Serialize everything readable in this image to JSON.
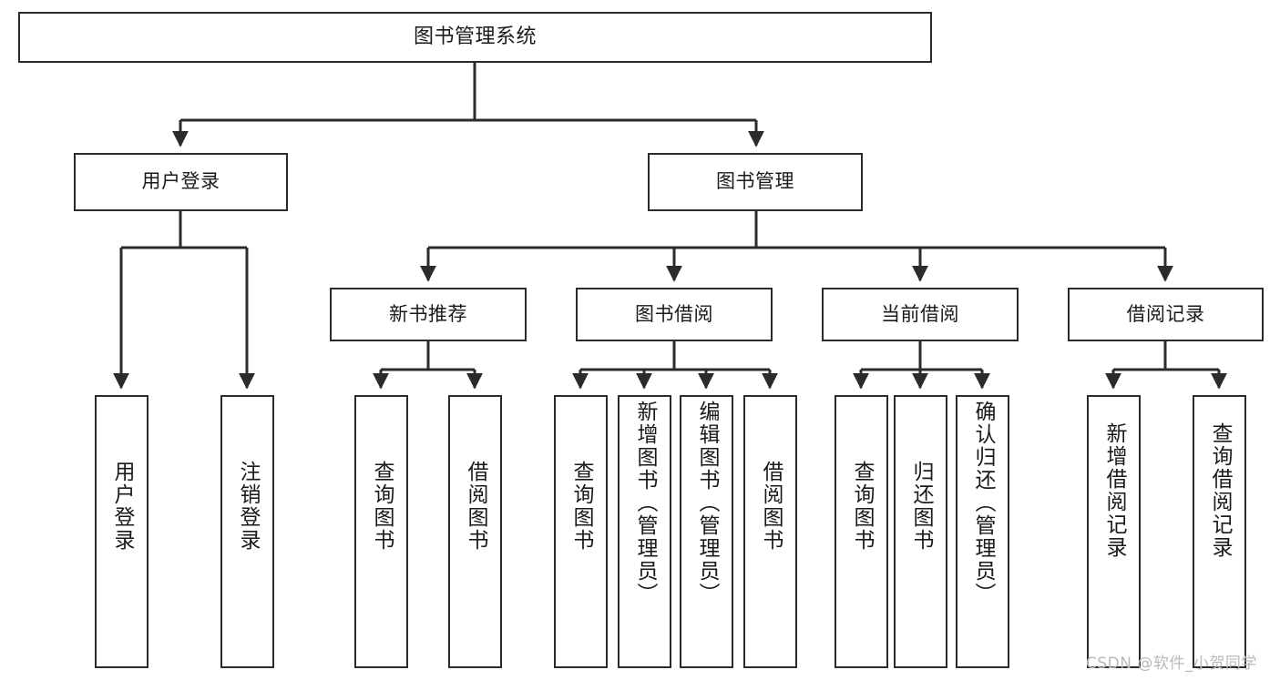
{
  "diagram": {
    "type": "tree-hierarchy",
    "title": "图书管理系统",
    "root": {
      "id": "root",
      "label": "图书管理系统"
    },
    "level2": [
      {
        "id": "user-login",
        "label": "用户登录"
      },
      {
        "id": "book-manage",
        "label": "图书管理"
      }
    ],
    "level3": [
      {
        "id": "new-book-rec",
        "label": "新书推荐",
        "parent": "book-manage"
      },
      {
        "id": "book-borrow",
        "label": "图书借阅",
        "parent": "book-manage"
      },
      {
        "id": "current-borrow",
        "label": "当前借阅",
        "parent": "book-manage"
      },
      {
        "id": "borrow-record",
        "label": "借阅记录",
        "parent": "book-manage"
      }
    ],
    "leaves": [
      {
        "id": "leaf-user-login",
        "label": "用户登录",
        "parent": "user-login"
      },
      {
        "id": "leaf-user-logout",
        "label": "注销登录",
        "parent": "user-login"
      },
      {
        "id": "leaf-query-book-1",
        "label": "查询图书",
        "parent": "new-book-rec"
      },
      {
        "id": "leaf-borrow-book-1",
        "label": "借阅图书",
        "parent": "new-book-rec"
      },
      {
        "id": "leaf-query-book-2",
        "label": "查询图书",
        "parent": "book-borrow"
      },
      {
        "id": "leaf-add-book",
        "label": "新增图书（管理员）",
        "parent": "book-borrow"
      },
      {
        "id": "leaf-edit-book",
        "label": "编辑图书（管理员）",
        "parent": "book-borrow"
      },
      {
        "id": "leaf-borrow-book-2",
        "label": "借阅图书",
        "parent": "book-borrow"
      },
      {
        "id": "leaf-query-book-3",
        "label": "查询图书",
        "parent": "current-borrow"
      },
      {
        "id": "leaf-return-book",
        "label": "归还图书",
        "parent": "current-borrow"
      },
      {
        "id": "leaf-confirm-return",
        "label": "确认归还（管理员）",
        "parent": "current-borrow"
      },
      {
        "id": "leaf-add-record",
        "label": "新增借阅记录",
        "parent": "borrow-record"
      },
      {
        "id": "leaf-query-record",
        "label": "查询借阅记录",
        "parent": "borrow-record"
      }
    ],
    "watermark": "CSDN @软件_小贺同学",
    "colors": {
      "stroke": "#2b2b2b",
      "fill": "#ffffff",
      "text": "#1a1a1a",
      "watermark": "#b9b9b9"
    }
  }
}
